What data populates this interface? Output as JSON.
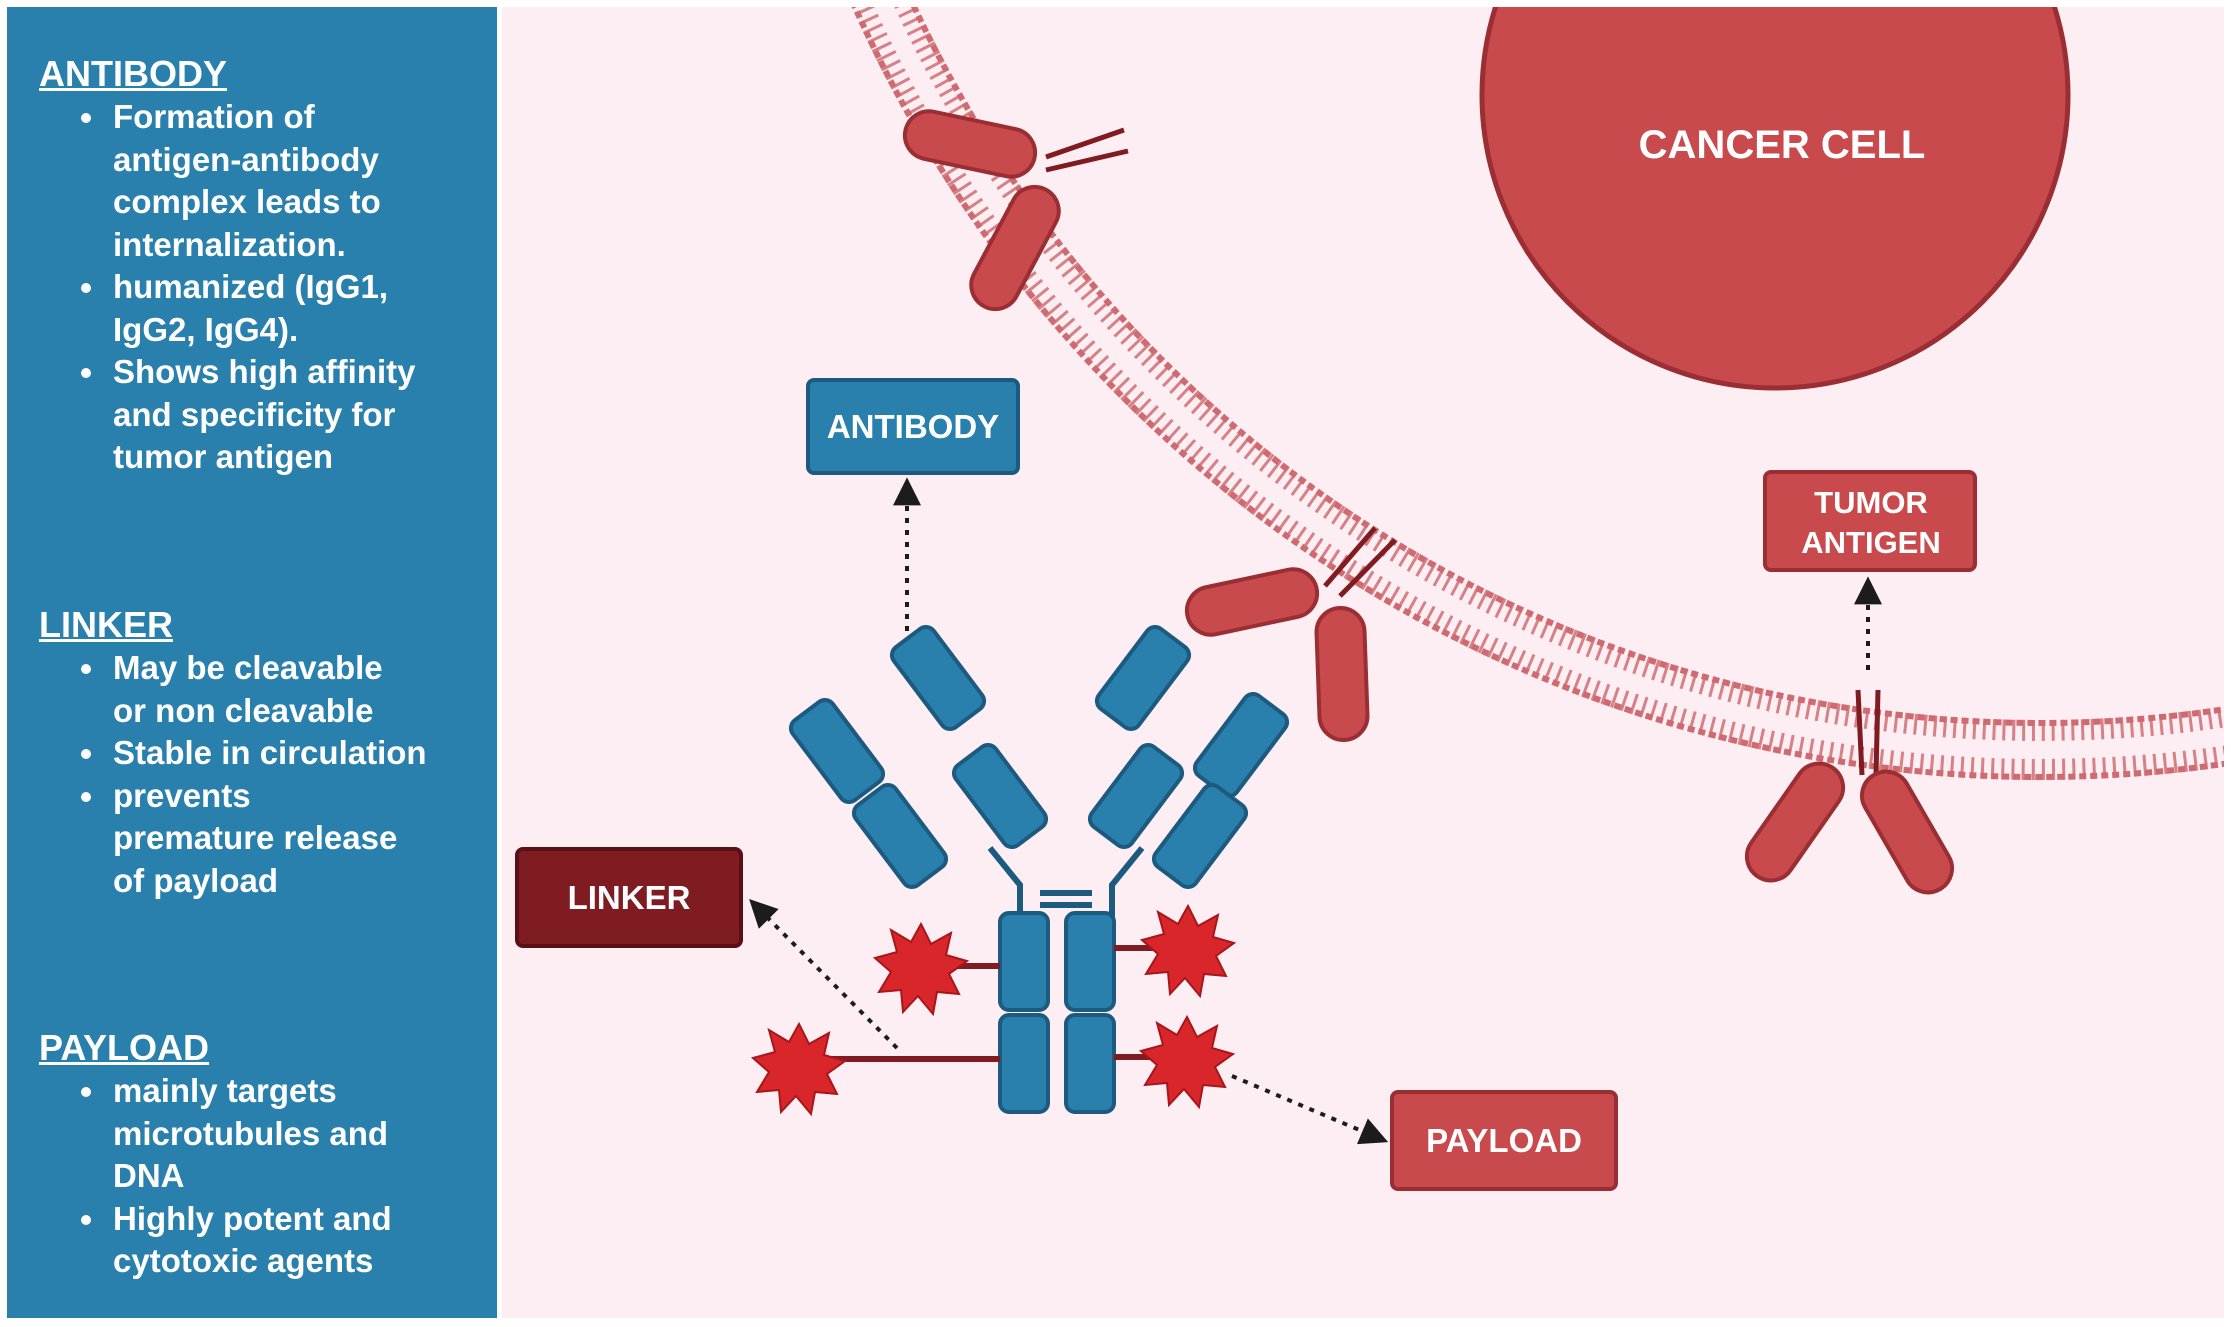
{
  "sidebar": {
    "antibody": {
      "title": "ANTIBODY",
      "items": [
        [
          "Formation of",
          "antigen-antibody",
          "complex leads to",
          "internalization."
        ],
        [
          "humanized (IgG1,",
          "IgG2, IgG4)."
        ],
        [
          "Shows high affinity",
          "and specificity for",
          "tumor antigen"
        ]
      ]
    },
    "linker": {
      "title": "LINKER",
      "items": [
        [
          "May be cleavable",
          "or non cleavable"
        ],
        [
          "Stable in circulation"
        ],
        [
          "prevents",
          "premature release",
          "of payload"
        ]
      ]
    },
    "payload": {
      "title": "PAYLOAD",
      "items": [
        [
          "mainly targets",
          "microtubules and",
          "DNA"
        ],
        [
          "Highly potent and",
          "cytotoxic agents"
        ]
      ]
    }
  },
  "diagram": {
    "cancer_cell_label": "CANCER CELL",
    "antibody_label": "ANTIBODY",
    "tumor_antigen_label": [
      "TUMOR",
      "ANTIGEN"
    ],
    "linker_label": "LINKER",
    "payload_label": "PAYLOAD"
  },
  "colors": {
    "sidebar_bg": "#2a80ad",
    "canvas_bg": "#fdeef3",
    "cell_red": "#c94a4d",
    "membrane": "#d27479",
    "antibody_blue": "#2a80ad",
    "linker_dark_red": "#7e1c22",
    "payload_red": "#d8262b"
  }
}
